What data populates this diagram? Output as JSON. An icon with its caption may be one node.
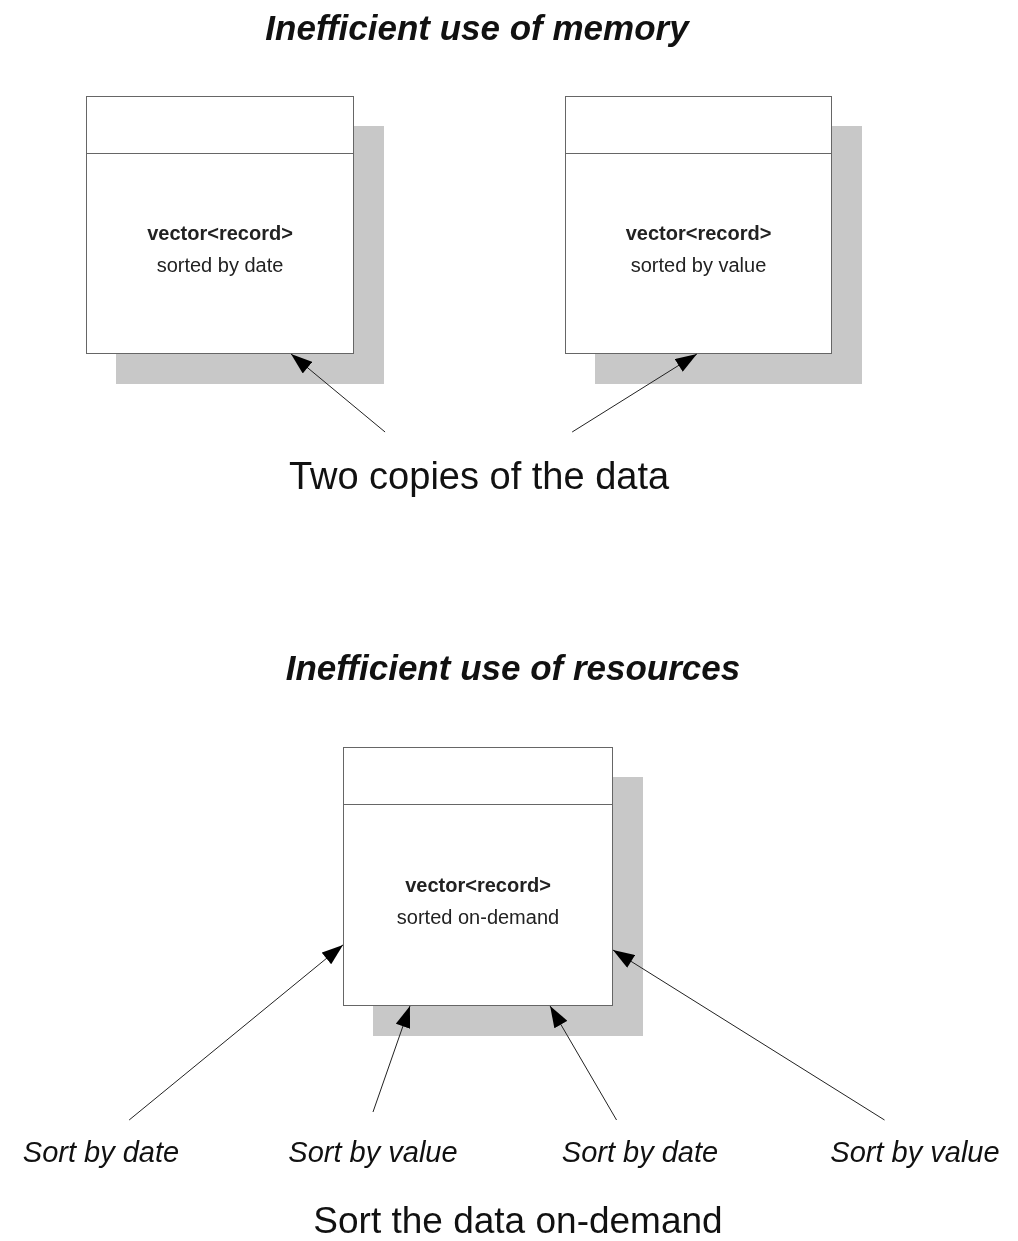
{
  "diagram": {
    "nodes": [
      {
        "text": [
          "vector<record>",
          "sorted by date"
        ]
      },
      {
        "text": [
          "vector<record>",
          "sorted by value"
        ]
      },
      {
        "text": [
          "Two copies of the data"
        ]
      },
      {
        "text": [
          "vector<record>",
          "sorted on-demand"
        ]
      },
      {
        "text": [
          "Sort by date"
        ]
      },
      {
        "text": [
          "Sort by value"
        ]
      },
      {
        "text": [
          "Sort by date"
        ]
      },
      {
        "text": [
          "Sort by value"
        ]
      }
    ],
    "edges": [
      {
        "from": 2,
        "to": 0,
        "arrow": "to"
      },
      {
        "from": 2,
        "to": 1,
        "arrow": "to"
      },
      {
        "from": 4,
        "to": 3,
        "arrow": "to"
      },
      {
        "from": 5,
        "to": 3,
        "arrow": "to"
      },
      {
        "from": 6,
        "to": 3,
        "arrow": "to"
      },
      {
        "from": 7,
        "to": 3,
        "arrow": "to"
      }
    ],
    "labels": [
      "Inefficient use of memory",
      "Inefficient use of resources",
      "Sort the data on-demand"
    ]
  }
}
